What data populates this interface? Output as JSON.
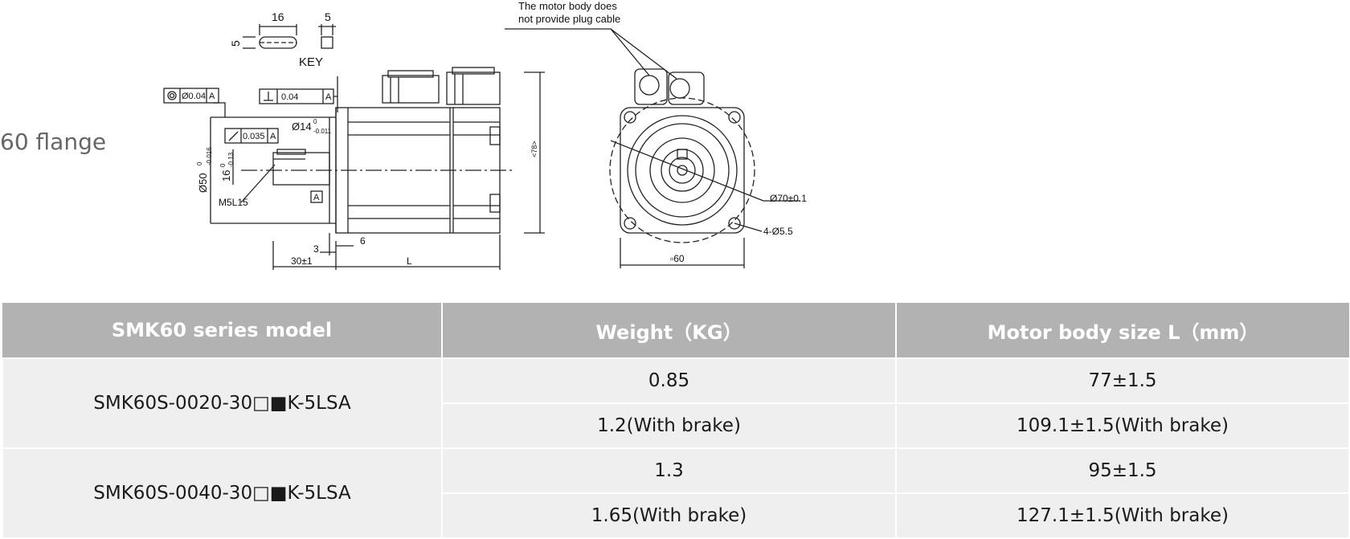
{
  "flange_title": "60 flange",
  "drawing": {
    "key_label": "KEY",
    "dim_16": "16",
    "dim_5a": "5",
    "dim_5b": "5",
    "tol_box_1": "Ø0.04",
    "datum_a": "A",
    "tol_box_2": "0.04",
    "tol_box_3": "0.035",
    "shaft_dia": "Ø14",
    "shaft_tol_top": "0",
    "shaft_tol_bot": "-0.011",
    "flange_dia": "Ø50",
    "flange_tol_top": "0",
    "flange_tol_bot": "-0.016",
    "key_height": "16",
    "key_tol_top": "0",
    "key_tol_bot": "-0.13",
    "thread": "M5L15",
    "dim_3": "3",
    "dim_6": "6",
    "dim_30": "30±1",
    "dim_l": "L",
    "dim_78": "<78>",
    "cable_note_1": "The motor body does",
    "cable_note_2": "not provide plug cable",
    "pcd": "Ø70±0.1",
    "holes": "4-Ø5.5",
    "square": "▫60"
  },
  "table": {
    "headers": [
      "SMK60 series model",
      "Weight（KG）",
      "Motor body size L（mm）"
    ],
    "rows": [
      {
        "model": "SMK60S-0020-30□■K-5LSA",
        "weight": "0.85",
        "weight_brake": "1.2(With brake)",
        "size": "77±1.5",
        "size_brake": "109.1±1.5(With brake)"
      },
      {
        "model": "SMK60S-0040-30□■K-5LSA",
        "weight": "1.3",
        "weight_brake": "1.65(With brake)",
        "size": "95±1.5",
        "size_brake": "127.1±1.5(With brake)"
      }
    ]
  }
}
